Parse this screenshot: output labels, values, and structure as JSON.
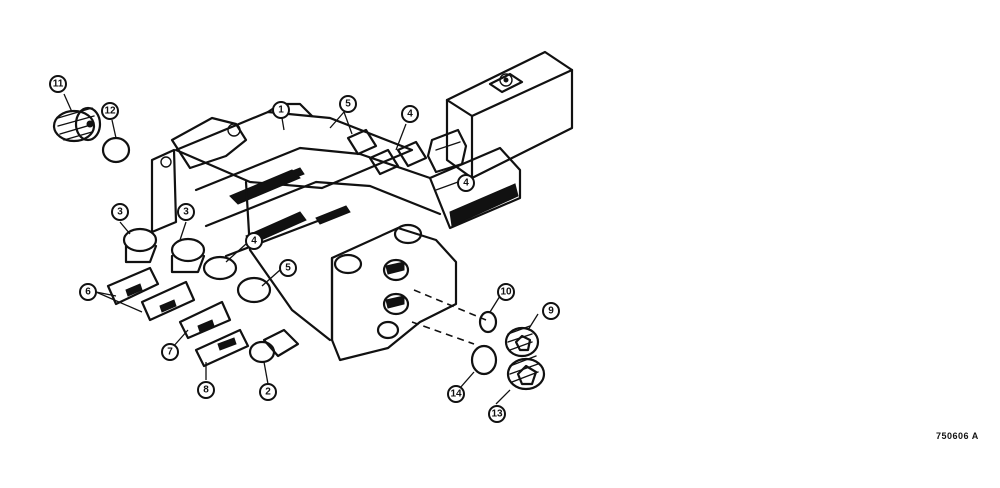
{
  "diagram": {
    "figure_code": "750606 A",
    "callouts": [
      {
        "id": "c1",
        "number": "1"
      },
      {
        "id": "c2",
        "number": "2"
      },
      {
        "id": "c3a",
        "number": "3"
      },
      {
        "id": "c3b",
        "number": "3"
      },
      {
        "id": "c4a",
        "number": "4"
      },
      {
        "id": "c4b",
        "number": "4"
      },
      {
        "id": "c4c",
        "number": "4"
      },
      {
        "id": "c5a",
        "number": "5"
      },
      {
        "id": "c5b",
        "number": "5"
      },
      {
        "id": "c6",
        "number": "6"
      },
      {
        "id": "c7",
        "number": "7"
      },
      {
        "id": "c8",
        "number": "8"
      },
      {
        "id": "c9",
        "number": "9"
      },
      {
        "id": "c10",
        "number": "10"
      },
      {
        "id": "c11",
        "number": "11"
      },
      {
        "id": "c12",
        "number": "12"
      },
      {
        "id": "c13",
        "number": "13"
      },
      {
        "id": "c14",
        "number": "14"
      }
    ]
  }
}
